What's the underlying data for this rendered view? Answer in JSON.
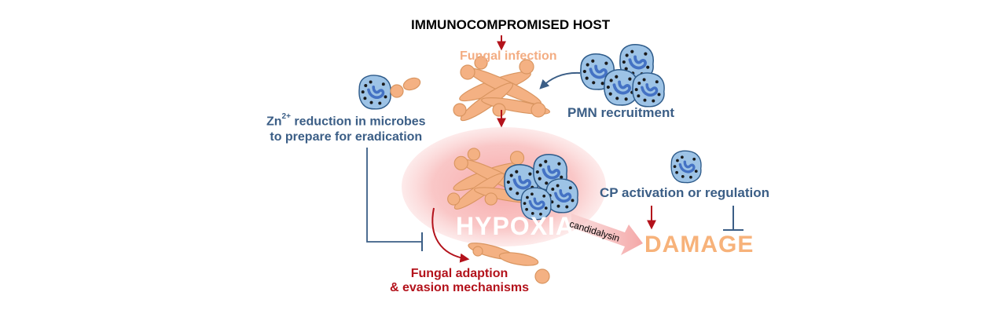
{
  "labels": {
    "host": "IMMUNOCOMPROMISED  HOST",
    "fungal_infection": "Fungal infection",
    "pmn_recruitment": "PMN recruitment",
    "zn_superscript": "2+",
    "zn_line1_rest": " reduction in microbes",
    "zn_line1_prefix": "Zn",
    "zn_line2": "to prepare for eradication",
    "cp_activation": "CP activation or regulation",
    "hypoxia": "HYPOXIA",
    "damage": "DAMAGE",
    "candidalysin": "candidalysin",
    "adaption_line1": "Fungal adaption",
    "adaption_line2": "& evasion mechanisms"
  },
  "colors": {
    "fungus": "#f4b183",
    "fungus_stroke": "#d99560",
    "cell": "#9dc3e6",
    "cell_stroke": "#2e5b8a",
    "nucleus": "#4472c4",
    "arrow_red": "#b3121b",
    "arrow_blue": "#3b5e86",
    "hypoxia_glow": "#f4a7a7"
  }
}
